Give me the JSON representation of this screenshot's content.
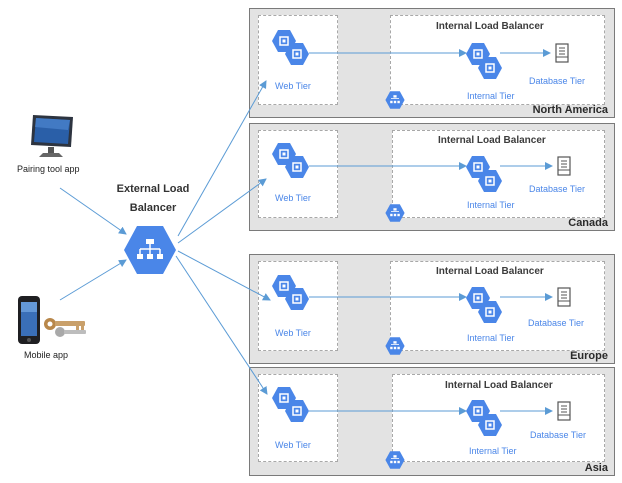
{
  "clients": {
    "pairing": {
      "label": "Pairing tool app",
      "icon": "monitor-icon"
    },
    "mobile": {
      "label": "Mobile app",
      "icon": "phone-with-keys-icon"
    }
  },
  "external_lb": {
    "title_line1": "External Load",
    "title_line2": "Balancer",
    "icon": "load-balancer-icon"
  },
  "colors": {
    "hex_blue": "#4a86e8",
    "arrow_blue": "#5b9bd5",
    "region_bg": "#e3e3e3"
  },
  "regions": [
    {
      "name": "North America",
      "web_label": "Web Tier",
      "ilb_title": "Internal Load Balancer",
      "internal_label": "Internal Tier",
      "db_label": "Database Tier"
    },
    {
      "name": "Canada",
      "web_label": "Web Tier",
      "ilb_title": "Internal Load Balancer",
      "internal_label": "Internal Tier",
      "db_label": "Database Tier"
    },
    {
      "name": "Europe",
      "web_label": "Web Tier",
      "ilb_title": "Internal Load Balancer",
      "internal_label": "Internal Tier",
      "db_label": "Database Tier"
    },
    {
      "name": "Asia",
      "web_label": "Web Tier",
      "ilb_title": "Internal Load Balancer",
      "internal_label": "Internal Tier",
      "db_label": "Database Tier"
    }
  ]
}
